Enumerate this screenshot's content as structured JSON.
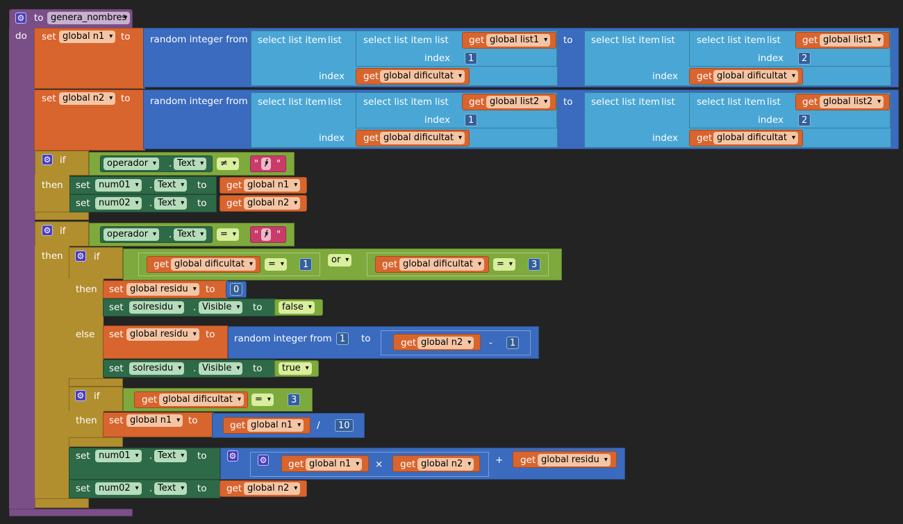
{
  "procedure": {
    "to_kw": "to",
    "name": "genera_nombres",
    "do_kw": "do"
  },
  "kw": {
    "set": "set",
    "to": "to",
    "get": "get",
    "if": "if",
    "then": "then",
    "else": "else",
    "dot": ".",
    "random": "random integer from",
    "select": "select list item",
    "list": "list",
    "index": "index",
    "or": "or"
  },
  "vars": {
    "gn1": "global n1",
    "gn2": "global n2",
    "gl1": "global list1",
    "gl2": "global list2",
    "gdif": "global dificultat",
    "gres": "global residu"
  },
  "components": {
    "operador": "operador",
    "num01": "num01",
    "num02": "num02",
    "solresidu": "solresidu"
  },
  "props": {
    "text": "Text",
    "visible": "Visible"
  },
  "ops": {
    "neq": "≠",
    "eq": "=",
    "minus": "-",
    "div": "/",
    "times": "×",
    "plus": "+"
  },
  "strings": {
    "slash": "/"
  },
  "nums": {
    "one": "1",
    "two": "2",
    "three": "3",
    "zero": "0",
    "ten": "10"
  },
  "bools": {
    "false": "false",
    "true": "true"
  },
  "colors": {
    "background": "#232323",
    "procedure": "#7a4f88",
    "variables": "#d8642e",
    "math": "#3a6bbf",
    "lists": "#4aa6d4",
    "control": "#b18e2e",
    "logic": "#7ea93c",
    "component": "#2e6a48",
    "text": "#c93c6a"
  }
}
